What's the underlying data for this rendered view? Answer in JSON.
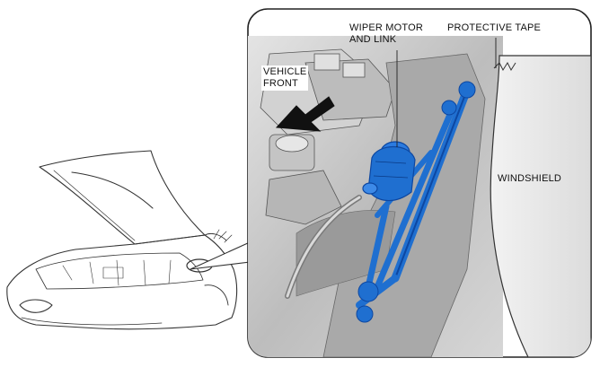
{
  "labels": {
    "wiper_motor": "WIPER MOTOR\nAND LINK",
    "protective_tape": "PROTECTIVE TAPE",
    "vehicle_front": "VEHICLE\nFRONT",
    "windshield": "WINDSHIELD"
  },
  "colors": {
    "linkage": "#1f6fd0",
    "linkage_dark": "#0d47a1",
    "engine_bay": "#c9c9c9",
    "shadow": "#8f8f8f",
    "outline": "#222222"
  }
}
